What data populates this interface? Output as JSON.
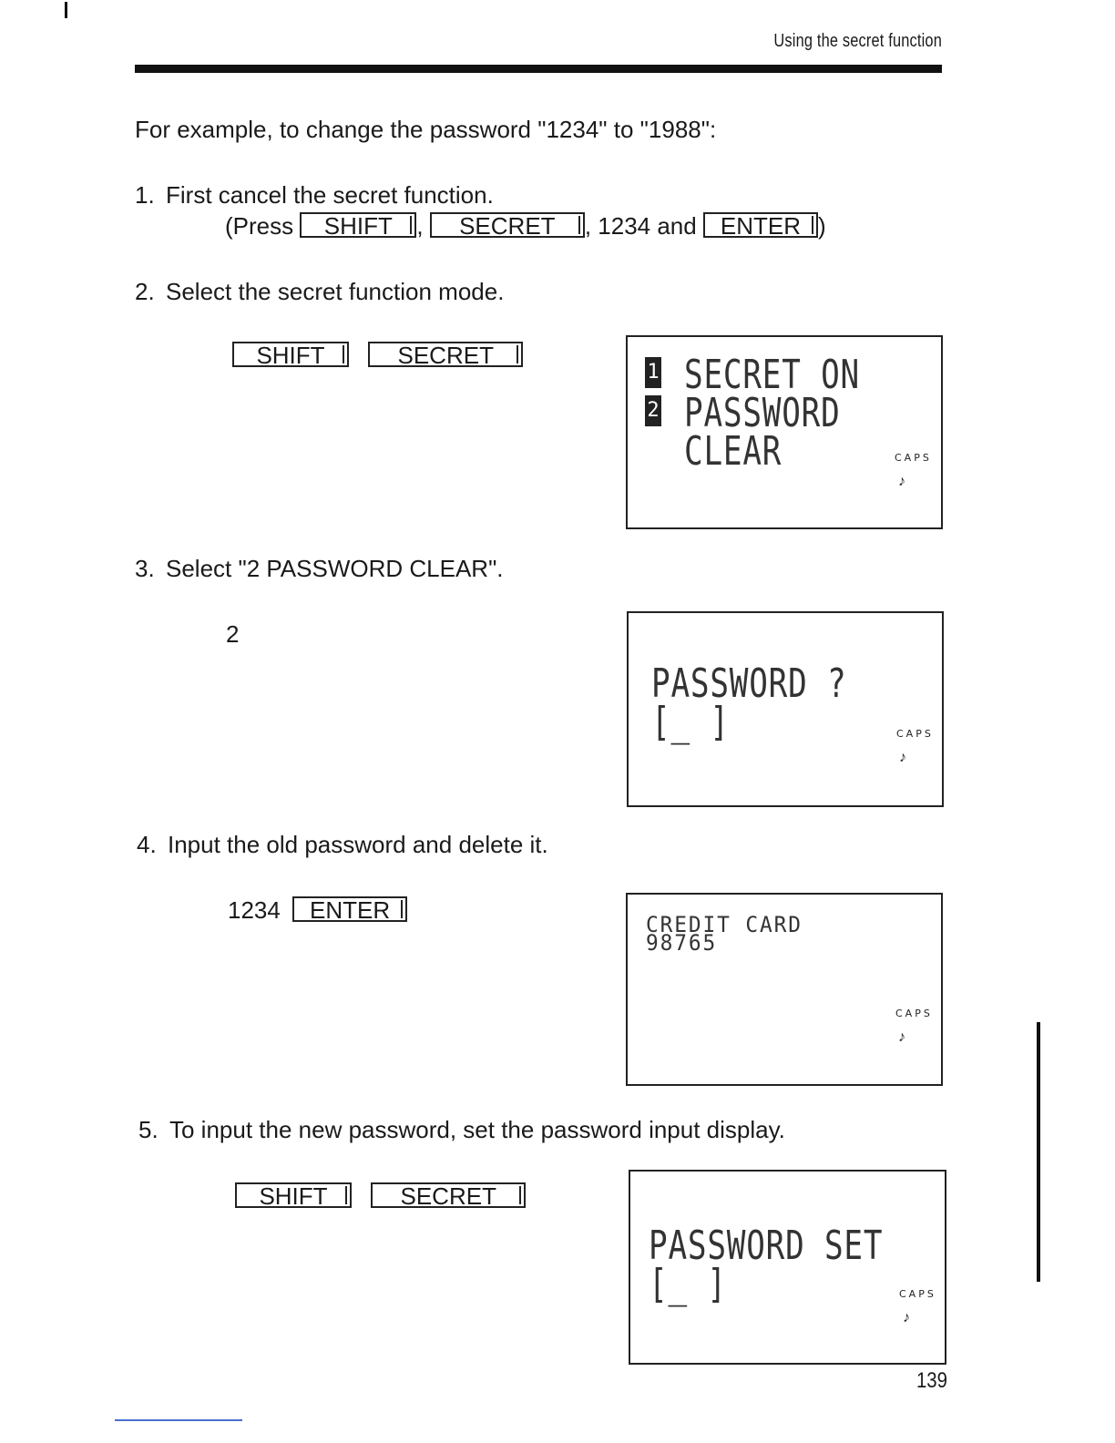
{
  "header": {
    "title": "Using the secret function"
  },
  "intro": "For example, to change the password \"1234\" to \"1988\":",
  "steps": [
    {
      "num": "1.",
      "text": "First cancel the secret function."
    },
    {
      "num": "2.",
      "text": "Select the secret function mode."
    },
    {
      "num": "3.",
      "text": "Select \"2 PASSWORD CLEAR\"."
    },
    {
      "num": "4.",
      "text": "Input the old password and delete it."
    },
    {
      "num": "5.",
      "text": "To input the new password, set the password input display."
    }
  ],
  "step1_detail": {
    "press": "(Press",
    "comma1": ",",
    "comma2": ", 1234 and",
    "close": ")",
    "keys": [
      "SHIFT",
      "SECRET",
      "ENTER"
    ]
  },
  "step2_keys": [
    "SHIFT",
    "SECRET"
  ],
  "step3_input": "2",
  "step4_input": {
    "digits": "1234",
    "key": "ENTER"
  },
  "step5_keys": [
    "SHIFT",
    "SECRET"
  ],
  "displays": {
    "d1": {
      "sel1": "1",
      "line1": "SECRET ON",
      "sel2": "2",
      "line2": "PASSWORD",
      "line3": "CLEAR",
      "caps": "CAPS",
      "note": "♪"
    },
    "d2": {
      "line1": "PASSWORD ?",
      "line2": "[_        ]",
      "caps": "CAPS",
      "note": "♪"
    },
    "d3": {
      "line1": "CREDIT CARD",
      "line2": "98765",
      "caps": "CAPS",
      "note": "♪"
    },
    "d4": {
      "line1": "PASSWORD SET",
      "line2": "[_        ]",
      "caps": "CAPS",
      "note": "♪"
    }
  },
  "page_number": "139"
}
